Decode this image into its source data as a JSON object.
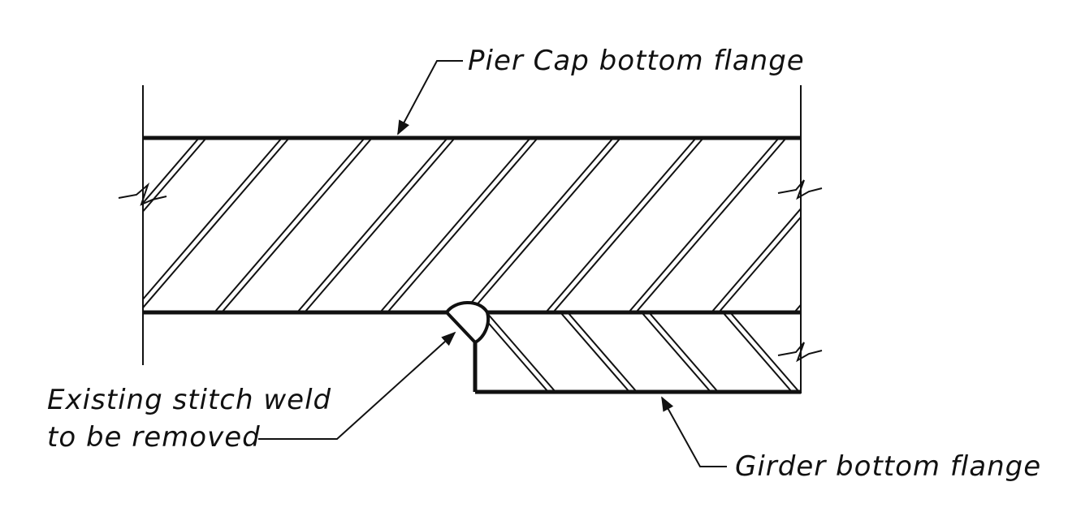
{
  "labels": {
    "pier_cap": "Pier Cap bottom flange",
    "weld_line1": "Existing stitch weld",
    "weld_line2": "to be removed",
    "girder": "Girder bottom flange"
  },
  "colors": {
    "ink": "#111111",
    "background": "#ffffff"
  }
}
